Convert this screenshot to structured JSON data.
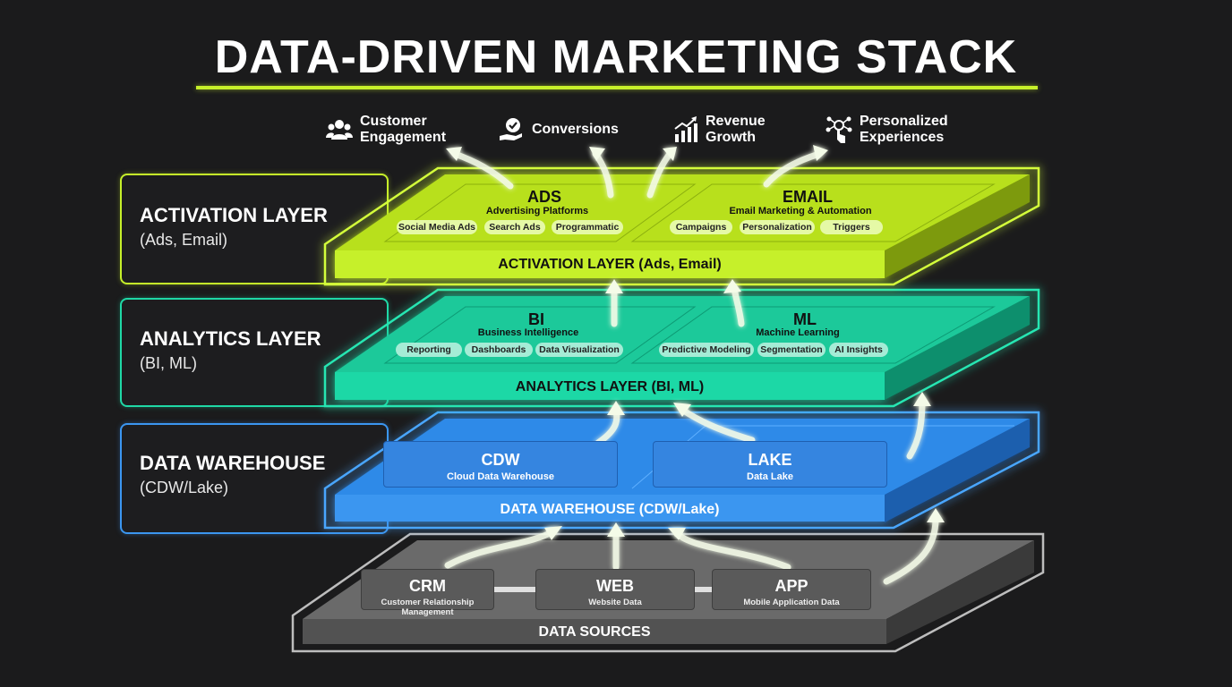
{
  "title": "DATA-DRIVEN MARKETING STACK",
  "colors": {
    "activation": "#c6f02a",
    "analytics": "#1fd8a6",
    "warehouse": "#3b96f0",
    "sources": "#5c5c5c",
    "background": "#1b1b1c"
  },
  "outcomes": [
    {
      "label": "Customer\nEngagement",
      "icon": "users-icon"
    },
    {
      "label": "Conversions",
      "icon": "check-hand-icon"
    },
    {
      "label": "Revenue\nGrowth",
      "icon": "growth-chart-icon"
    },
    {
      "label": "Personalized\nExperiences",
      "icon": "personalize-touch-icon"
    }
  ],
  "side_labels": [
    {
      "title": "ACTIVATION LAYER",
      "sub": "(Ads, Email)"
    },
    {
      "title": "ANALYTICS LAYER",
      "sub": "(BI, ML)"
    },
    {
      "title": "DATA WAREHOUSE",
      "sub": "(CDW/Lake)"
    }
  ],
  "activation": {
    "label": "ACTIVATION LAYER (Ads, Email)",
    "sections": [
      {
        "title": "ADS",
        "subtitle": "Advertising Platforms",
        "tags": [
          "Social Media Ads",
          "Search Ads",
          "Programmatic"
        ]
      },
      {
        "title": "EMAIL",
        "subtitle": "Email Marketing & Automation",
        "tags": [
          "Campaigns",
          "Personalization",
          "Triggers"
        ]
      }
    ]
  },
  "analytics": {
    "label": "ANALYTICS LAYER (BI, ML)",
    "sections": [
      {
        "title": "BI",
        "subtitle": "Business Intelligence",
        "tags": [
          "Reporting",
          "Dashboards",
          "Data Visualization"
        ]
      },
      {
        "title": "ML",
        "subtitle": "Machine Learning",
        "tags": [
          "Predictive Modeling",
          "Segmentation",
          "AI Insights"
        ]
      }
    ]
  },
  "warehouse": {
    "label": "DATA WAREHOUSE (CDW/Lake)",
    "boxes": [
      {
        "title": "CDW",
        "subtitle": "Cloud Data Warehouse"
      },
      {
        "title": "LAKE",
        "subtitle": "Data Lake"
      }
    ]
  },
  "sources": {
    "label": "DATA SOURCES",
    "boxes": [
      {
        "title": "CRM",
        "subtitle": "Customer Relationship Management"
      },
      {
        "title": "WEB",
        "subtitle": "Website Data"
      },
      {
        "title": "APP",
        "subtitle": "Mobile Application Data"
      }
    ]
  }
}
